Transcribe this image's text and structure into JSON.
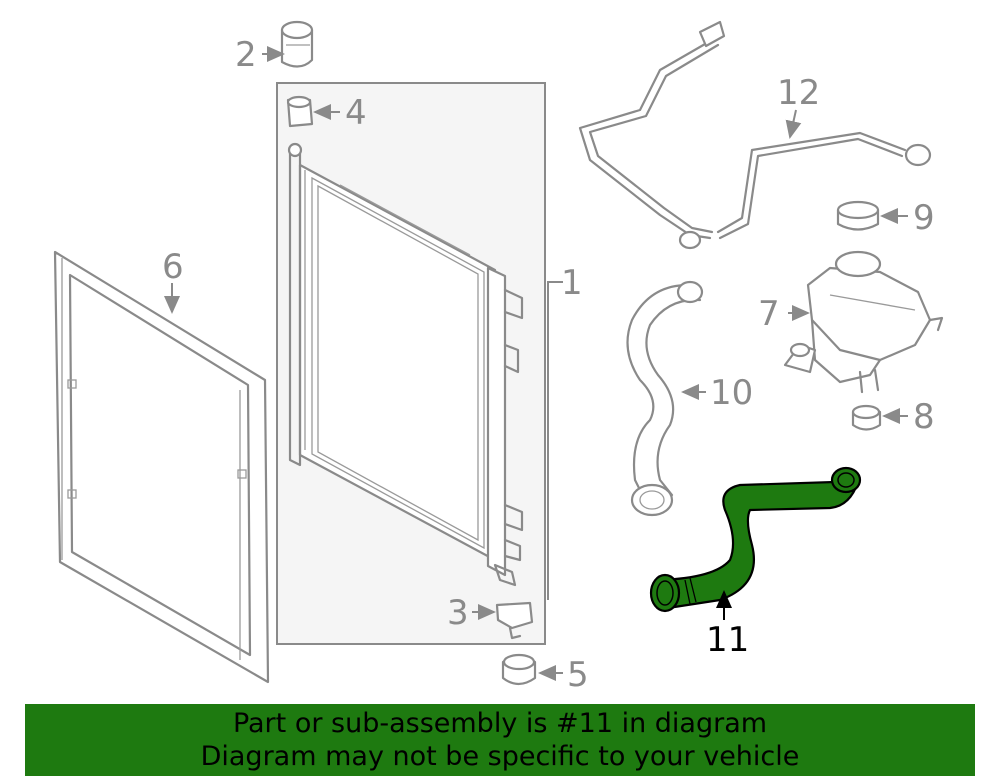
{
  "highlight_color": "#1e7a10",
  "callouts": {
    "c1": "1",
    "c2": "2",
    "c3": "3",
    "c4": "4",
    "c5": "5",
    "c6": "6",
    "c7": "7",
    "c8": "8",
    "c9": "9",
    "c10": "10",
    "c11": "11",
    "c12": "12"
  },
  "banner": {
    "line1": "Part or sub-assembly is #11 in diagram",
    "line2": "Diagram may not be specific to your vehicle"
  }
}
